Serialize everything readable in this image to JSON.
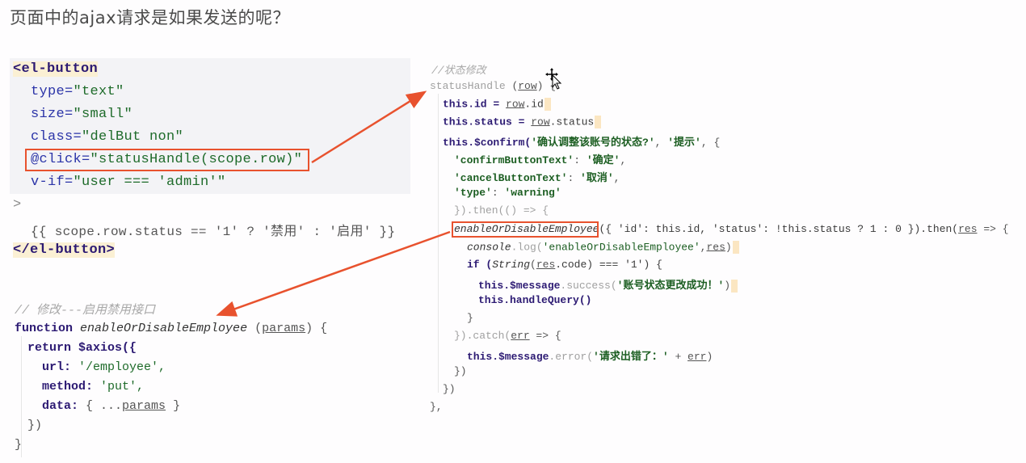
{
  "page_title": "页面中的ajax请求是如果发送的呢？",
  "template_code": {
    "open_tag": "<el-button",
    "attrs": [
      {
        "name": "type",
        "value": "\"text\""
      },
      {
        "name": "size",
        "value": "\"small\""
      },
      {
        "name": "class",
        "value": "\"delBut non\""
      },
      {
        "name": "@click",
        "value": "\"statusHandle(scope.row)\""
      },
      {
        "name": "v-if",
        "value": "\"user === 'admin'\""
      }
    ],
    "close_bracket": ">",
    "interpolation": "{{ scope.row.status == '1' ? '禁用' : '启用' }}",
    "close_tag": "</el-button>"
  },
  "api_code": {
    "comment": "// 修改---启用禁用接口",
    "keyword_function": "function",
    "function_name": "enableOrDisableEmployee",
    "param": "params",
    "return_kw": "return",
    "call": "$axios({",
    "url_key": "url:",
    "url_val": "'/employee',",
    "method_key": "method:",
    "method_val": "'put',",
    "data_key": "data:",
    "data_open": "{ ...",
    "data_param": "params",
    "data_close": "}",
    "close_call": "})",
    "close_fn": "}"
  },
  "handler_code": {
    "comment": "//状态修改",
    "name": "statusHandle",
    "param": "row",
    "lines": {
      "id_assign": "this.id = ",
      "id_src": "row",
      "id_tail": ".id",
      "status_assign": "this.status = ",
      "status_src": "row",
      "status_tail": ".status",
      "confirm_call": "this.$confirm(",
      "confirm_msg": "'确认调整该账号的状态?'",
      "confirm_title": "'提示'",
      "confirm_btn_key": "'confirmButtonText'",
      "confirm_btn_val": "'确定'",
      "cancel_btn_key": "'cancelButtonText'",
      "cancel_btn_val": "'取消'",
      "type_key": "'type'",
      "type_val": "'warning'",
      "then_open": "}).then(() => {",
      "api_call": "enableOrDisableEmployee",
      "api_args": "({ 'id': this.id, 'status': !this.status ? 1 : 0 }).then(",
      "res": "res",
      "arrow": " => {",
      "console_obj": "console",
      "console_log": ".log(",
      "console_str": "'enableOrDisableEmployee'",
      "if_open": "if (",
      "string_fn": "String",
      "res_code": ".code) === '1') {",
      "msg_success_obj": "this.$message",
      "msg_success_fn": ".success(",
      "msg_success_str": "'账号状态更改成功！'",
      "handle_query": "this.handleQuery()",
      "if_close": "}",
      "catch_open": "}).catch(",
      "err": "err",
      "msg_error_obj": "this.$message",
      "msg_error_fn": ".error(",
      "msg_error_str": "'请求出错了：'",
      "plus": " + ",
      "catch_close": "})",
      "then_close": "})",
      "fn_close": "},"
    }
  },
  "annotations": {
    "arrow_color": "#e8522e",
    "highlight_1": "@click=\"statusHandle(scope.row)\"",
    "highlight_2": "enableOrDisableEmployee"
  }
}
